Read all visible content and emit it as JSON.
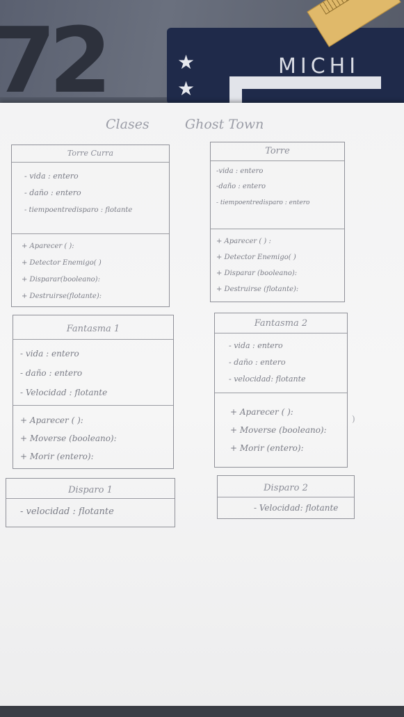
{
  "background": {
    "plate_digits": "72",
    "plate_text": "MICHI",
    "plate_colors": {
      "plate": "#1f2a4a",
      "text": "#d9dce4"
    },
    "ruler_color": "#e0b96a"
  },
  "sheet": {
    "title_left": "Clases",
    "title_right": "Ghost Town",
    "ink_color": "#7a7c86",
    "classes": [
      {
        "name": "Torre Curra",
        "attributes": [
          "- vida : entero",
          "- daño : entero",
          "- tiempoentredisparo : flotante"
        ],
        "methods": [
          "+ Aparecer (     ):",
          "+ Detector Enemigo(  )",
          "+ Disparar(booleano):",
          "+ Destruirse(flotante):"
        ]
      },
      {
        "name": "Torre",
        "attributes": [
          "-vida : entero",
          "-daño : entero",
          "- tiempoentredisparo : entero"
        ],
        "methods": [
          "+ Aparecer ( ) :",
          "+ Detector Enemigo( )",
          "+ Disparar (booleano):",
          "+ Destruirse (flotante):"
        ]
      },
      {
        "name": "Fantasma 1",
        "attributes": [
          "- vida : entero",
          "- daño : entero",
          "- Velocidad : flotante"
        ],
        "methods": [
          "+ Aparecer ( ):",
          "+ Moverse (booleano):",
          "+ Morir (entero):"
        ]
      },
      {
        "name": "Fantasma 2",
        "attributes": [
          "- vida : entero",
          "- daño : entero",
          "- velocidad: flotante"
        ],
        "methods": [
          "+ Aparecer ( ):",
          "+ Moverse (booleano):",
          "+ Morir (entero):"
        ]
      },
      {
        "name": "Disparo 1",
        "attributes": [
          "- velocidad : flotante"
        ]
      },
      {
        "name": "Disparo 2",
        "attributes": [
          "- Velocidad: flotante"
        ]
      }
    ]
  }
}
